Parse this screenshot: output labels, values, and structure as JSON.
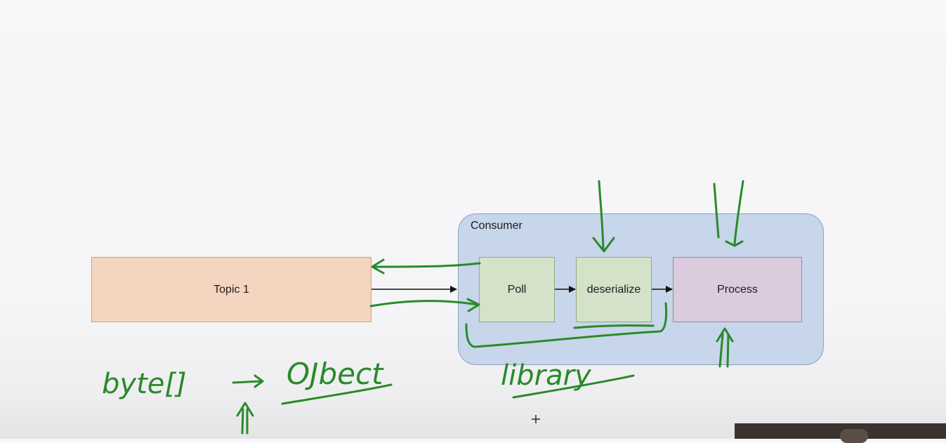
{
  "diagram": {
    "topic_label": "Topic 1",
    "consumer_label": "Consumer",
    "poll_label": "Poll",
    "deserialize_label": "deserialize",
    "process_label": "Process"
  },
  "annotations": {
    "conversion_from": "byte[]",
    "conversion_to": "OJbect",
    "library_label": "library"
  },
  "colors": {
    "ink": "#2a8a2a",
    "topic_fill": "#f4d5c0",
    "consumer_fill": "#c7d6ea",
    "stage_fill": "#d3e2c8",
    "process_fill": "#dbcbdd",
    "arrow": "#111111"
  },
  "icons": {
    "cursor": "move-cursor-icon"
  }
}
